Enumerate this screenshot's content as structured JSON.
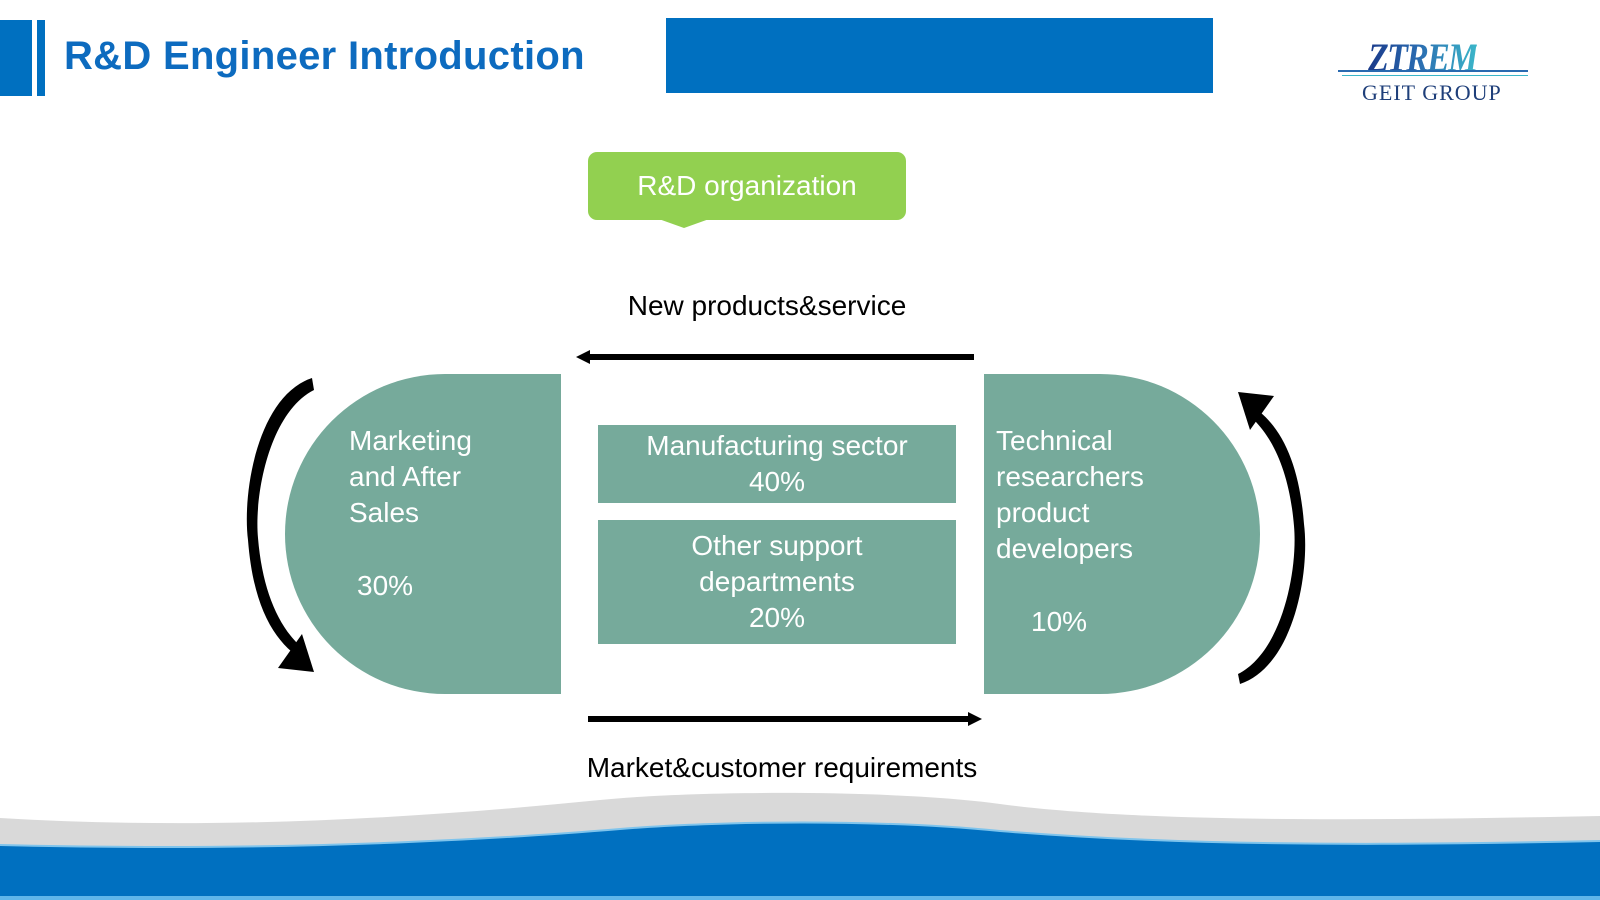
{
  "header": {
    "title": "R&D Engineer Introduction",
    "accent_color": "#0070c0"
  },
  "logo": {
    "wordmark": "ZTREM",
    "subtitle": "GEIT GROUP"
  },
  "diagram": {
    "callout": {
      "label": "R&D organization",
      "color": "#92d050"
    },
    "flows": {
      "top": {
        "label": "New products&service",
        "direction": "right-to-left"
      },
      "bottom": {
        "label": "Market&customer requirements",
        "direction": "left-to-right"
      }
    },
    "left_group": {
      "lines": [
        "Marketing",
        "and After",
        "Sales"
      ],
      "percent": "30%"
    },
    "center_groups": [
      {
        "lines": [
          "Manufacturing sector"
        ],
        "percent": "40%"
      },
      {
        "lines": [
          "Other support",
          "departments"
        ],
        "percent": "20%"
      }
    ],
    "right_group": {
      "lines": [
        "Technical",
        "researchers",
        "product",
        "developers"
      ],
      "percent": "10%"
    },
    "shape_color": "#76aa9b"
  }
}
